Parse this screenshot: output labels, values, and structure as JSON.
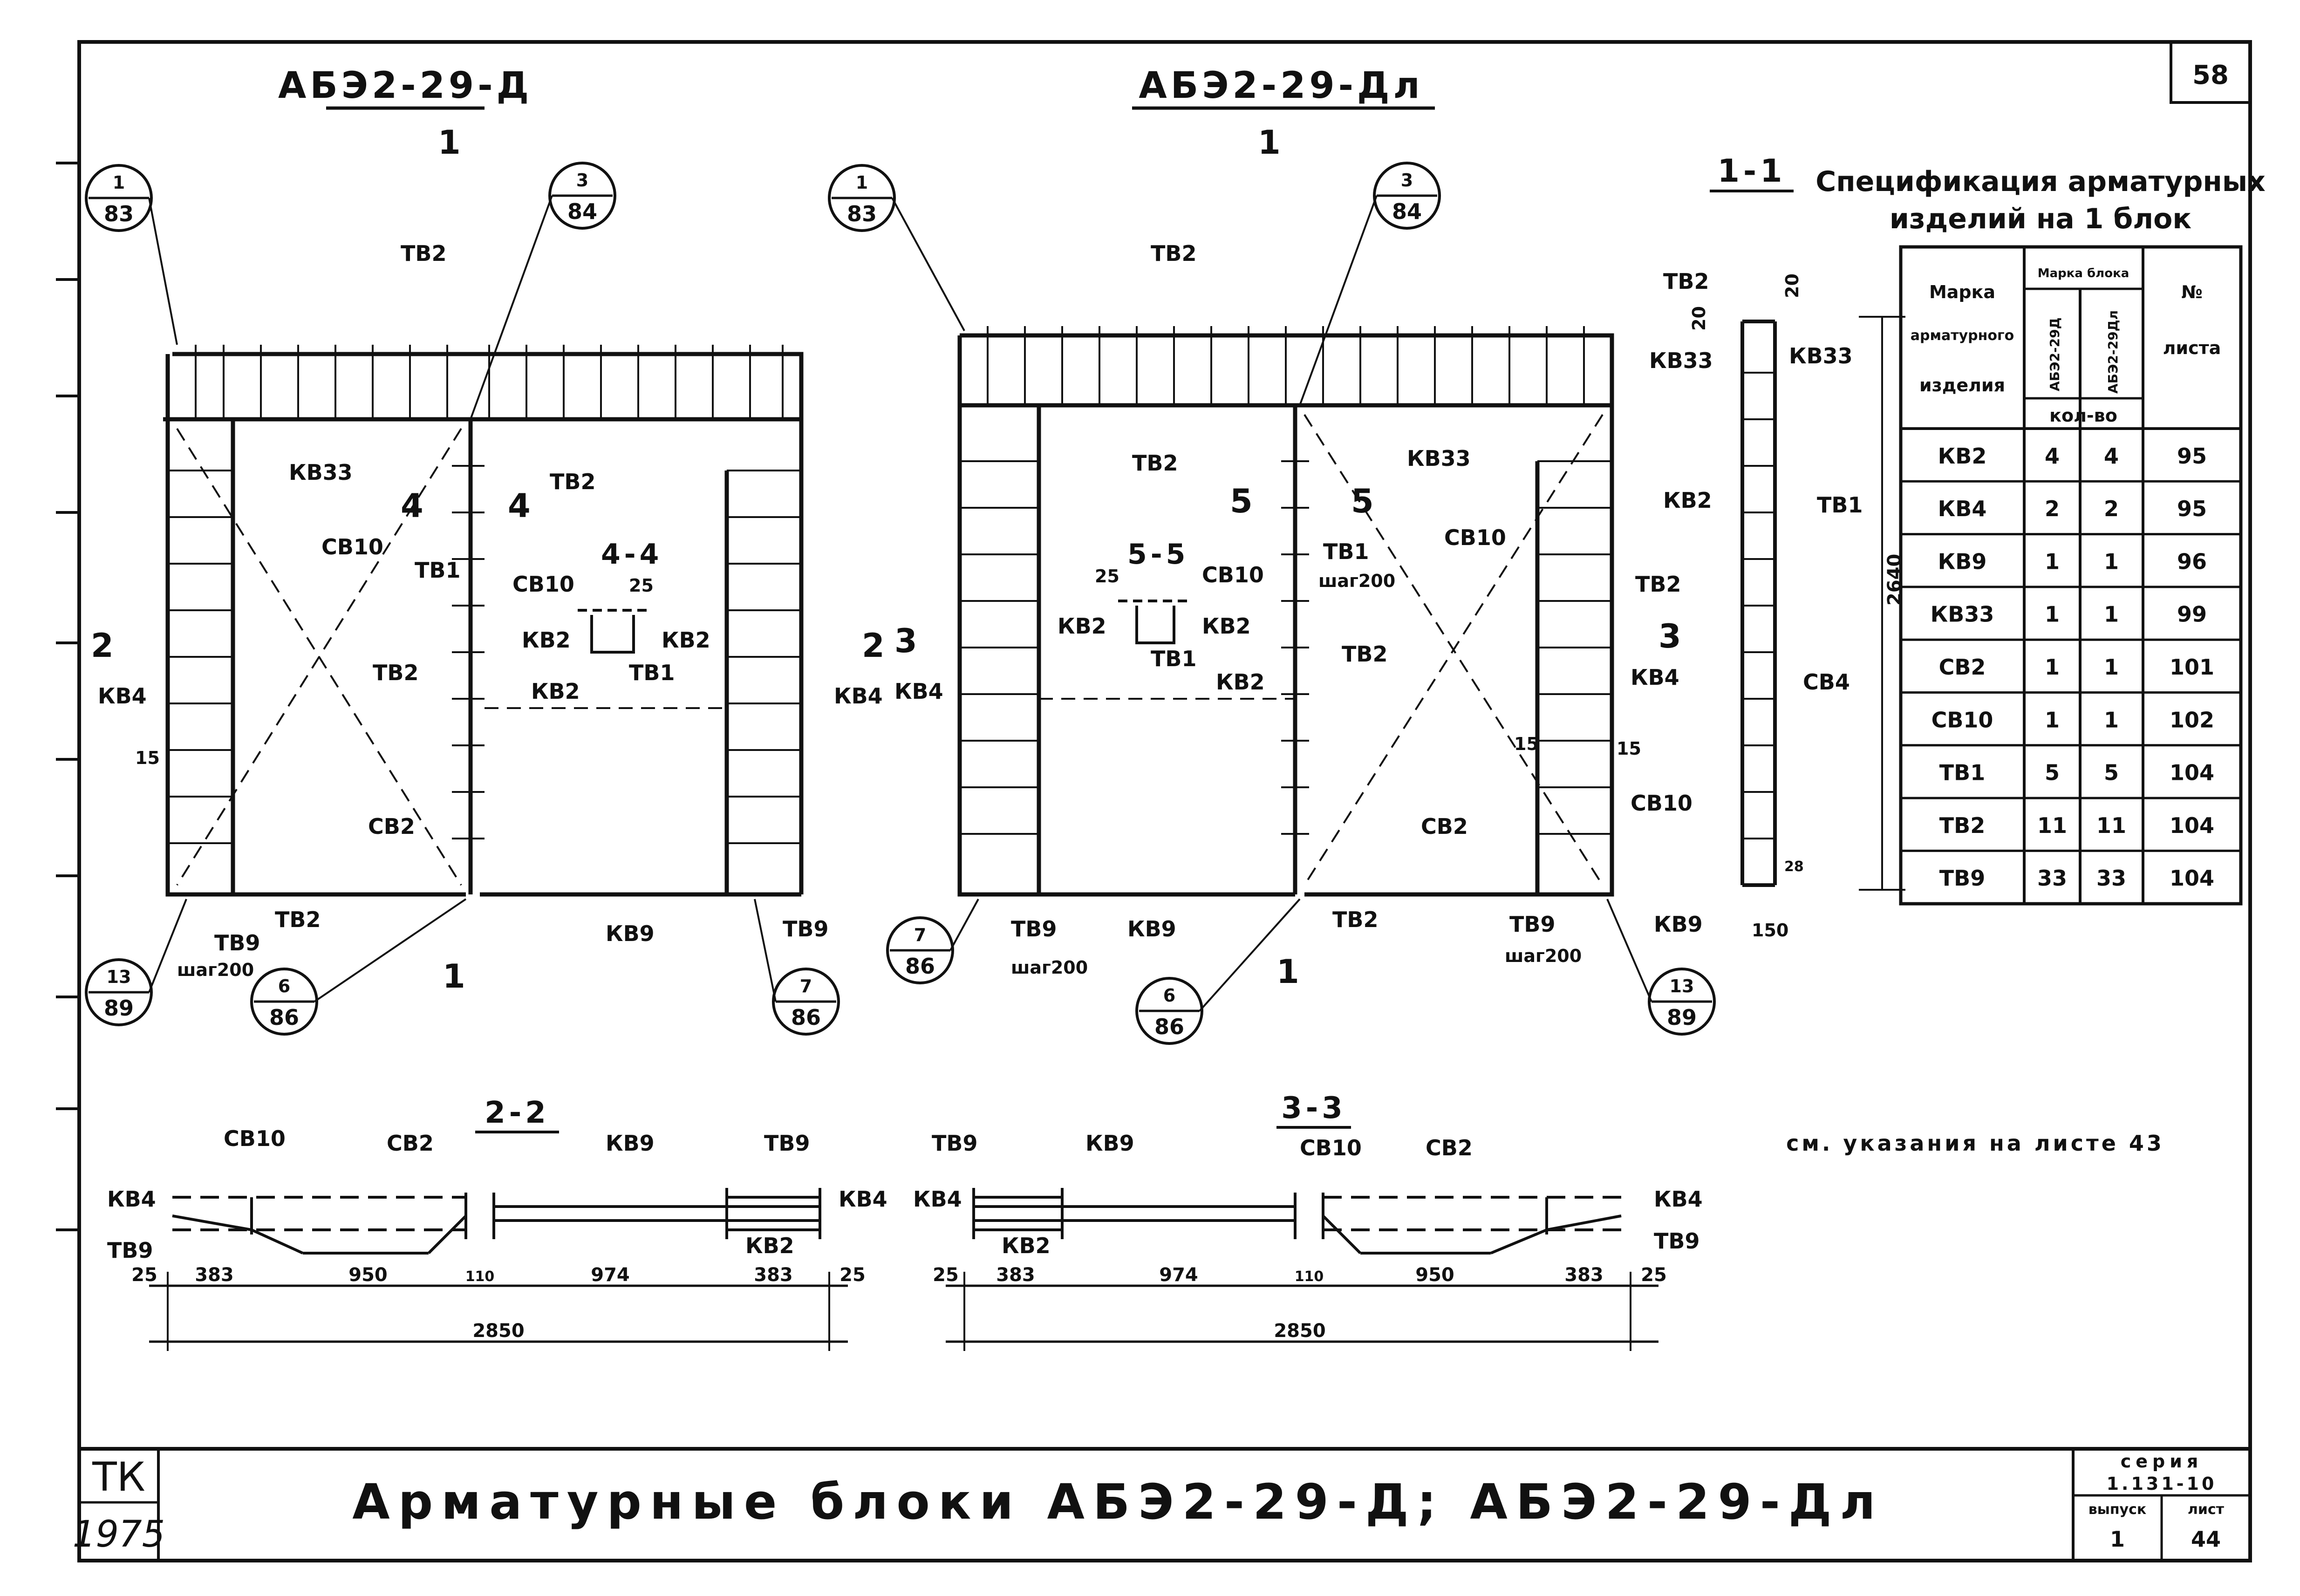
{
  "sheet": {
    "page_number": "58",
    "title": "Арматурные блоки АБЭ2-29-Д; АБЭ2-29-Дл",
    "stamp_tk": "ТК",
    "stamp_year": "1975",
    "series_label": "серия",
    "series_value": "1.131-10",
    "issue_label": "выпуск",
    "issue_value": "1",
    "sheet_label": "лист",
    "sheet_value": "44",
    "note": "см. указания на листе 43"
  },
  "drawings": {
    "left_title": "АБЭ2-29-Д",
    "right_title": "АБЭ2-29-Дл",
    "section_11": "1-1",
    "section_22": "2-2",
    "section_33": "3-3",
    "section_44": "4-4",
    "section_55": "5-5",
    "cut_1": "1",
    "cut_2": "2",
    "cut_3": "3",
    "cut_4": "4",
    "cut_5": "5"
  },
  "callouts": {
    "c1_num": "1",
    "c1_sheet": "83",
    "c3_num": "3",
    "c3_sheet": "84",
    "c6_num": "6",
    "c6_sheet": "86",
    "c7_num": "7",
    "c7_sheet": "86",
    "c13_num": "13",
    "c13_sheet": "89"
  },
  "marks": {
    "tb1": "ТВ1",
    "tb2": "ТВ2",
    "tb9": "ТВ9",
    "kb2": "КВ2",
    "kb4": "КВ4",
    "kb9": "КВ9",
    "kb33": "КВ33",
    "cb2": "СВ2",
    "cb4": "СВ4",
    "cb10": "СВ10",
    "step200": "шаг200",
    "d15": "15",
    "d20": "20",
    "d25": "25",
    "d28": "28",
    "d150": "150",
    "d2640": "2640"
  },
  "dims_22": [
    "25",
    "383",
    "950",
    "110",
    "974",
    "383",
    "25"
  ],
  "dims_33": [
    "25",
    "383",
    "974",
    "110",
    "950",
    "383",
    "25"
  ],
  "dim_total": "2850",
  "spec": {
    "title_line1": "Спецификация арматурных",
    "title_line2": "изделий на 1 блок",
    "head_mark_1": "Марка",
    "head_mark_2": "арматурного",
    "head_mark_3": "изделия",
    "head_block": "Марка блока",
    "head_col_a": "АБЭ2-29Д",
    "head_col_b": "АБЭ2-29Дл",
    "head_qty": "кол-во",
    "head_sheet_1": "№",
    "head_sheet_2": "листа",
    "rows": [
      {
        "mark": "КВ2",
        "a": "4",
        "b": "4",
        "sheet": "95"
      },
      {
        "mark": "КВ4",
        "a": "2",
        "b": "2",
        "sheet": "95"
      },
      {
        "mark": "КВ9",
        "a": "1",
        "b": "1",
        "sheet": "96"
      },
      {
        "mark": "КВ33",
        "a": "1",
        "b": "1",
        "sheet": "99"
      },
      {
        "mark": "СВ2",
        "a": "1",
        "b": "1",
        "sheet": "101"
      },
      {
        "mark": "СВ10",
        "a": "1",
        "b": "1",
        "sheet": "102"
      },
      {
        "mark": "ТВ1",
        "a": "5",
        "b": "5",
        "sheet": "104"
      },
      {
        "mark": "ТВ2",
        "a": "11",
        "b": "11",
        "sheet": "104"
      },
      {
        "mark": "ТВ9",
        "a": "33",
        "b": "33",
        "sheet": "104"
      }
    ]
  }
}
